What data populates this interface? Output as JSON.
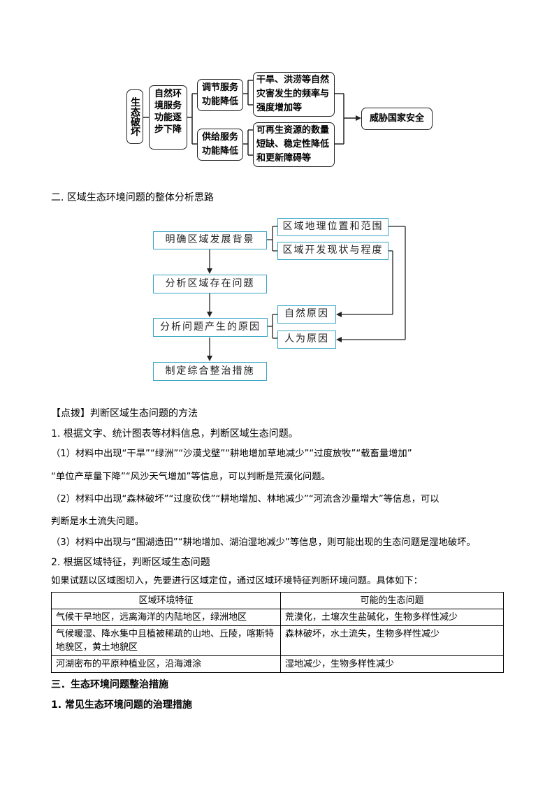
{
  "diagram1": {
    "root": "生态破坏",
    "mid": "自然环境服务功能逐步下降",
    "branch_a": "调节服务功能降低",
    "branch_b": "供给服务功能降低",
    "result_a": "干旱、洪涝等自然灾害发生的频率与强度增加等",
    "result_b": "可再生资源的数量短缺、稳定性降低和更新障碍等",
    "final": "威胁国家安全"
  },
  "section2_heading": "二. 区域生态环境问题的整体分析思路",
  "diagram2": {
    "step1": "明确区域发展背景",
    "step2": "分析区域存在问题",
    "step3": "分析问题产生的原因",
    "step4": "制定综合整治措施",
    "bg1": "区域地理位置和范围",
    "bg2": "区域开发现状与程度",
    "cause1": "自然原因",
    "cause2": "人为原因"
  },
  "body": {
    "tip_heading": "【点拨】判断区域生态问题的方法",
    "p1": "1. 根据文字、统计图表等材料信息，判断区域生态问题。",
    "p2a": "（1）材料中出现“干旱”“绿洲”“沙漠戈壁”“耕地增加草地减少”“过度放牧”“载畜量增加”",
    "p2b": "“单位产草量下降”“风沙天气增加”等信息，可以判断是荒漠化问题。",
    "p3a": "（2）材料中出现“森林破坏”“过度砍伐”“耕地增加、林地减少”“河流含沙量增大”等信息，可以",
    "p3b": "判断是水土流失问题。",
    "p4": "（3）材料中出现与“围湖造田”“耕地增加、湖泊湿地减少”等信息，则可能出现的生态问题是湿地破坏。",
    "p5": "2. 根据区域特征，判断区域生态问题",
    "p6": "如果试题以区域图切入，先要进行区域定位，通过区域环境特征判断环境问题。具体如下："
  },
  "table": {
    "headers": [
      "区域环境特征",
      "可能的生态问题"
    ],
    "rows": [
      [
        "气候干旱地区，远离海洋的内陆地区，绿洲地区",
        "荒漠化，土壤次生盐碱化，生物多样性减少"
      ],
      [
        "气候暖湿、降水集中且植被稀疏的山地、丘陵，喀斯特地貌区，黄土地貌区",
        "森林破坏，水土流失，生物多样性减少"
      ],
      [
        "河湖密布的平原种植业区，沿海滩涂",
        "湿地减少，生物多样性减少"
      ]
    ]
  },
  "section3_heading": "三．生态环境问题整治措施",
  "section3_sub": "1. 常见生态环境问题的治理措施"
}
